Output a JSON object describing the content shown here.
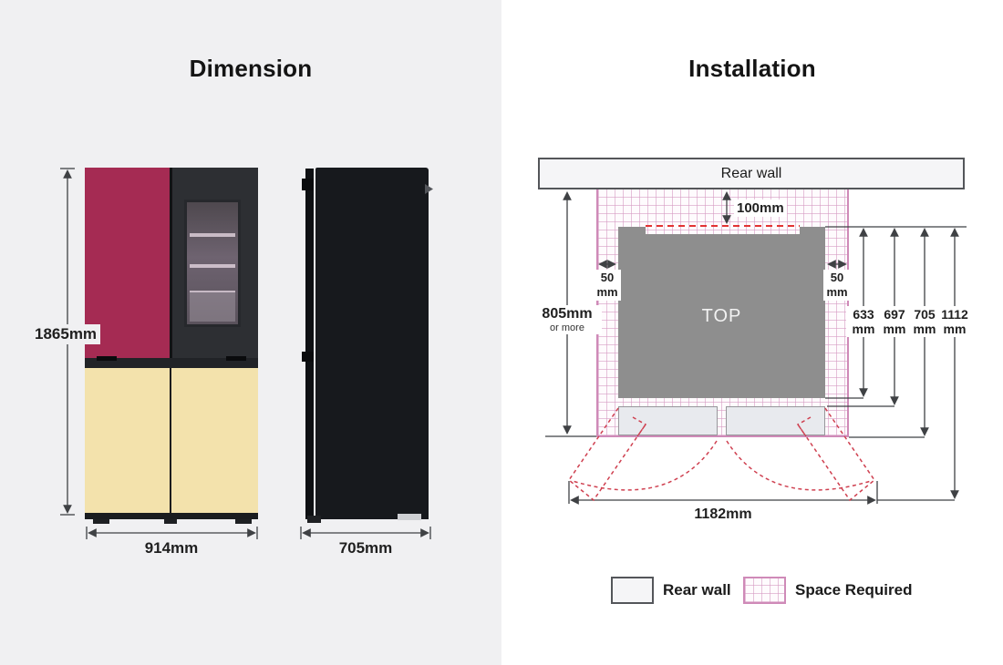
{
  "left_panel": {
    "title": "Dimension",
    "height": "1865mm",
    "width": "914mm",
    "depth": "705mm"
  },
  "right_panel": {
    "title": "Installation",
    "rear_wall": "Rear wall",
    "top_view": "TOP",
    "rear_clearance": "100mm",
    "side_clearance_left": {
      "value": "50",
      "unit": "mm"
    },
    "side_clearance_right": {
      "value": "50",
      "unit": "mm"
    },
    "height_clearance": {
      "value": "805mm",
      "note": "or more"
    },
    "depth_measurements": [
      {
        "value": "633",
        "unit": "mm"
      },
      {
        "value": "697",
        "unit": "mm"
      },
      {
        "value": "705",
        "unit": "mm"
      },
      {
        "value": "1112",
        "unit": "mm"
      }
    ],
    "open_door_width": "1182mm",
    "legend": [
      {
        "label": "Rear wall"
      },
      {
        "label": "Space Required"
      }
    ]
  },
  "colors": {
    "left_background": "#f0f0f2",
    "right_background": "#ffffff",
    "door_magenta": "#a52b53",
    "door_cream": "#f3e2ac",
    "fridge_black": "#17191d",
    "top_view_gray": "#8e8e8e",
    "space_grid_pink": "#cf8ab8",
    "rear_gap_dash_red": "#e23333",
    "door_swing_red": "#cf4050",
    "dimension_line": "#3f4144"
  }
}
